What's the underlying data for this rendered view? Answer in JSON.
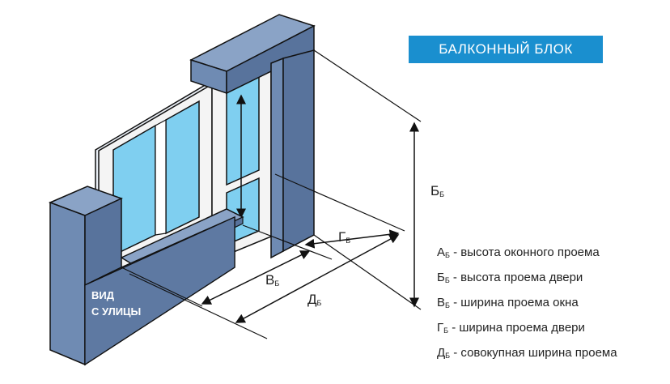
{
  "title": "БАЛКОННЫЙ БЛОК",
  "street_label": [
    "ВИД",
    "С УЛИЦЫ"
  ],
  "dimension_labels": {
    "b": {
      "letter": "Б",
      "sub": "Б"
    },
    "g": {
      "letter": "Г",
      "sub": "Б"
    },
    "v": {
      "letter": "В",
      "sub": "Б"
    },
    "d": {
      "letter": "Д",
      "sub": "Б"
    }
  },
  "legend": [
    {
      "letter": "А",
      "sub": "Б",
      "text": " - высота оконного проема"
    },
    {
      "letter": "Б",
      "sub": "Б",
      "text": " - высота проема двери"
    },
    {
      "letter": "В",
      "sub": "Б",
      "text": " - ширина проема окна"
    },
    {
      "letter": "Г",
      "sub": "Б",
      "text": " - ширина проема двери"
    },
    {
      "letter": "Д",
      "sub": "Б",
      "text": " - совокупная ширина проема"
    }
  ],
  "colors": {
    "wall_front": "#58739c",
    "wall_side": "#6f8bb3",
    "wall_top": "#8aa3c6",
    "glass": "#7fcff0",
    "frame": "#f4f4f4",
    "accent": "#1a8fcf",
    "line": "#111111"
  }
}
